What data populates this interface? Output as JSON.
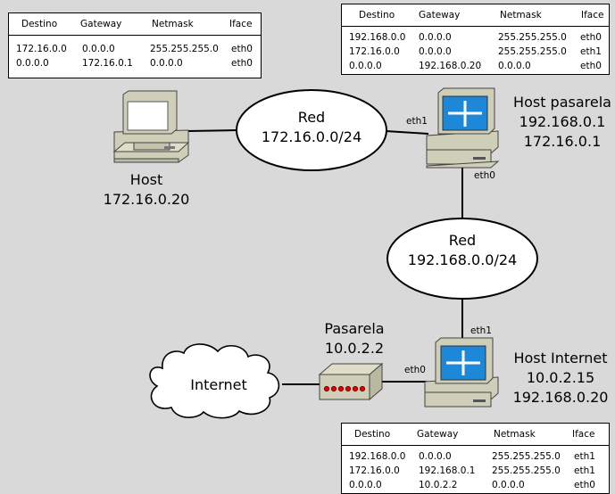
{
  "tables": {
    "host": {
      "headers": [
        "Destino",
        "Gateway",
        "Netmask",
        "Iface"
      ],
      "rows": [
        [
          "172.16.0.0",
          "0.0.0.0",
          "255.255.255.0",
          "eth0"
        ],
        [
          "0.0.0.0",
          "172.16.0.1",
          "0.0.0.0",
          "eth0"
        ]
      ]
    },
    "pasarela": {
      "headers": [
        "Destino",
        "Gateway",
        "Netmask",
        "Iface"
      ],
      "rows": [
        [
          "192.168.0.0",
          "0.0.0.0",
          "255.255.255.0",
          "eth0"
        ],
        [
          "172.16.0.0",
          "0.0.0.0",
          "255.255.255.0",
          "eth1"
        ],
        [
          "0.0.0.0",
          "192.168.0.20",
          "0.0.0.0",
          "eth0"
        ]
      ]
    },
    "internet": {
      "headers": [
        "Destino",
        "Gateway",
        "Netmask",
        "Iface"
      ],
      "rows": [
        [
          "192.168.0.0",
          "0.0.0.0",
          "255.255.255.0",
          "eth1"
        ],
        [
          "172.16.0.0",
          "192.168.0.1",
          "255.255.255.0",
          "eth1"
        ],
        [
          "0.0.0.0",
          "10.0.2.2",
          "0.0.0.0",
          "eth0"
        ]
      ]
    }
  },
  "nodes": {
    "host": {
      "title": "Host",
      "ip": "172.16.0.20"
    },
    "host_pasarela": {
      "title": "Host pasarela",
      "ip1": "192.168.0.1",
      "ip2": "172.16.0.1"
    },
    "host_internet": {
      "title": "Host Internet",
      "ip1": "10.0.2.15",
      "ip2": "192.168.0.20"
    },
    "pasarela": {
      "title": "Pasarela",
      "ip": "10.0.2.2"
    },
    "red1": {
      "title": "Red",
      "net": "172.16.0.0/24"
    },
    "red2": {
      "title": "Red",
      "net": "192.168.0.0/24"
    },
    "internet": {
      "title": "Internet"
    }
  },
  "interfaces": {
    "hp_eth1": "eth1",
    "hp_eth0": "eth0",
    "hi_eth1": "eth1",
    "hi_eth0": "eth0"
  },
  "colors": {
    "background": "#d9d9d9",
    "router_blue": "#1e88d8",
    "computer_beige": "#cfcfb9",
    "modem_led": "#e00000"
  }
}
